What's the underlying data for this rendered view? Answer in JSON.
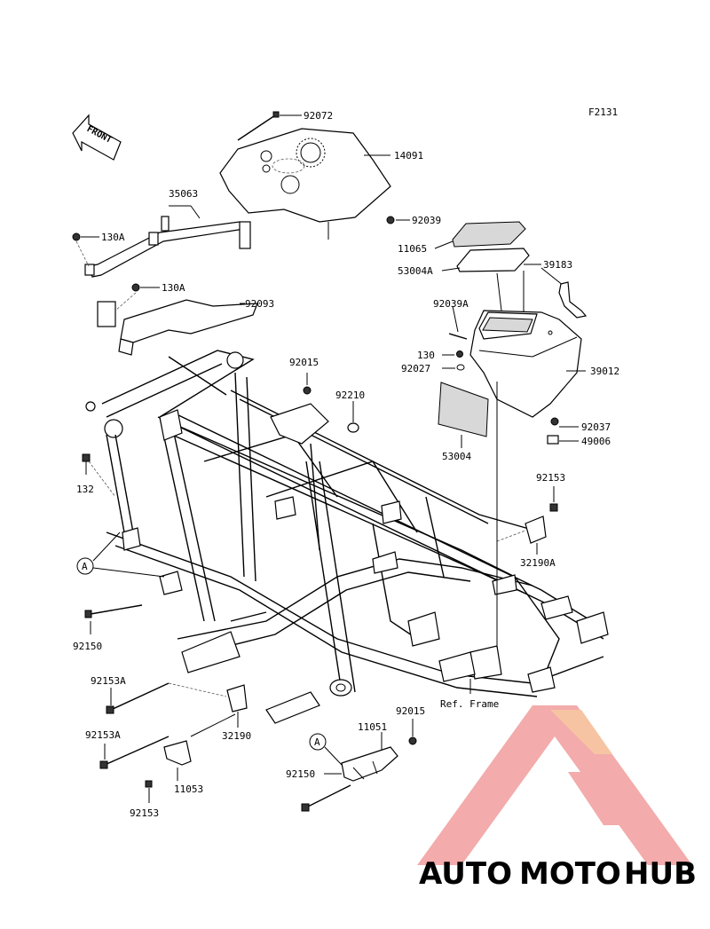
{
  "figure_code": "F2131",
  "front_label": "FRONT",
  "ref_frame_label": "Ref. Frame",
  "callout_marker": "A",
  "parts": {
    "p92072": "92072",
    "p14091": "14091",
    "p35063": "35063",
    "p92039": "92039",
    "p11065": "11065",
    "p130A_1": "130A",
    "p130A_2": "130A",
    "p53004A": "53004A",
    "p39183": "39183",
    "p92093": "92093",
    "p92039A": "92039A",
    "p130": "130",
    "p92015_1": "92015",
    "p92027": "92027",
    "p92210": "92210",
    "p39012": "39012",
    "p92037": "92037",
    "p49006": "49006",
    "p53004": "53004",
    "p132": "132",
    "p92153_1": "92153",
    "p32190A": "32190A",
    "p92150_1": "92150",
    "p92153A_1": "92153A",
    "p32190": "32190",
    "p92015_2": "92015",
    "p11051": "11051",
    "p92153A_2": "92153A",
    "p11053": "11053",
    "p92150_2": "92150",
    "p92153_2": "92153"
  },
  "watermark": {
    "part1": "AUTO",
    "part2": "MOTO",
    "part3": "HUB",
    "color1": "#f4b183",
    "color2": "#f08f8f",
    "color3": "#7f7f7f"
  }
}
